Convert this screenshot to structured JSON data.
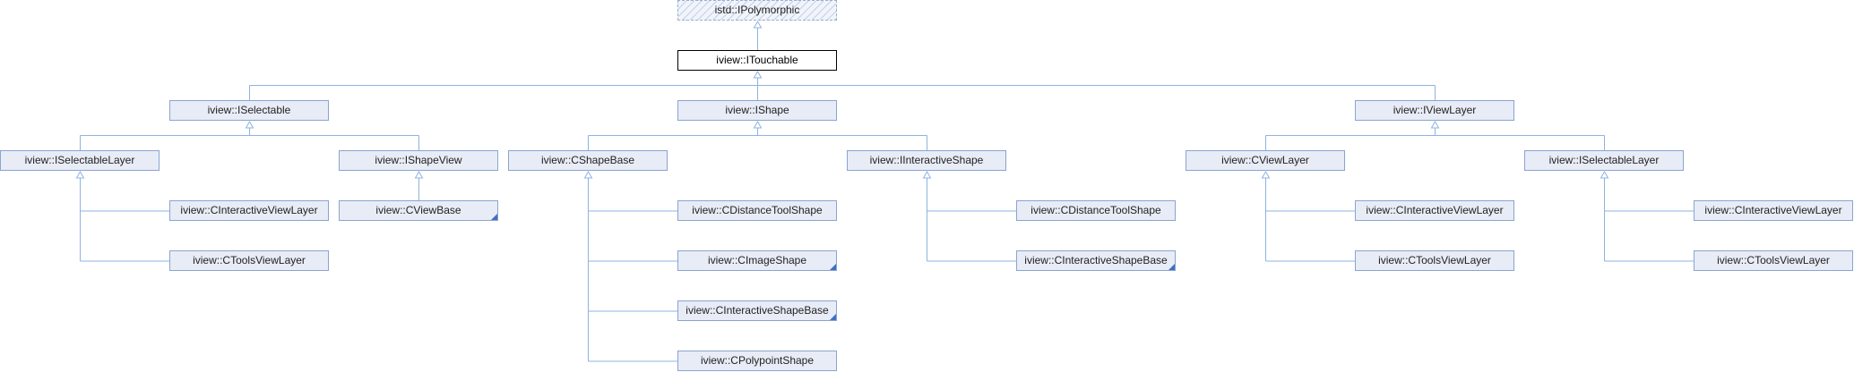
{
  "nodes": [
    {
      "id": "ipolymorphic",
      "label": "istd::IPolymorphic",
      "kind": "external"
    },
    {
      "id": "itouchable",
      "label": "iview::ITouchable",
      "kind": "current"
    },
    {
      "id": "iselectable",
      "label": "iview::ISelectable"
    },
    {
      "id": "ishape",
      "label": "iview::IShape"
    },
    {
      "id": "iviewlayer",
      "label": "iview::IViewLayer"
    },
    {
      "id": "iselectablelayer-a",
      "label": "iview::ISelectableLayer"
    },
    {
      "id": "ishapeview",
      "label": "iview::IShapeView"
    },
    {
      "id": "cshapebase",
      "label": "iview::CShapeBase"
    },
    {
      "id": "iinteractiveshape",
      "label": "iview::IInteractiveShape"
    },
    {
      "id": "cviewlayer",
      "label": "iview::CViewLayer"
    },
    {
      "id": "iselectablelayer-b",
      "label": "iview::ISelectableLayer"
    },
    {
      "id": "cinteractiveviewlayer-a",
      "label": "iview::CInteractiveViewLayer"
    },
    {
      "id": "ctoolsviewlayer-a",
      "label": "iview::CToolsViewLayer"
    },
    {
      "id": "cviewbase",
      "label": "iview::CViewBase",
      "more": true
    },
    {
      "id": "cdistancetoolshape-a",
      "label": "iview::CDistanceToolShape"
    },
    {
      "id": "cimageshape",
      "label": "iview::CImageShape",
      "more": true
    },
    {
      "id": "cinteractiveshapebase-a",
      "label": "iview::CInteractiveShapeBase",
      "more": true
    },
    {
      "id": "cpolypointshape",
      "label": "iview::CPolypointShape"
    },
    {
      "id": "cdistancetoolshape-b",
      "label": "iview::CDistanceToolShape"
    },
    {
      "id": "cinteractiveshapebase-b",
      "label": "iview::CInteractiveShapeBase",
      "more": true
    },
    {
      "id": "cinteractiveviewlayer-b",
      "label": "iview::CInteractiveViewLayer"
    },
    {
      "id": "ctoolsviewlayer-b",
      "label": "iview::CToolsViewLayer"
    },
    {
      "id": "cinteractiveviewlayer-c",
      "label": "iview::CInteractiveViewLayer"
    },
    {
      "id": "ctoolsviewlayer-c",
      "label": "iview::CToolsViewLayer"
    }
  ],
  "edges": [
    {
      "parent": "ipolymorphic",
      "child": "itouchable"
    },
    {
      "parent": "itouchable",
      "child": "iselectable"
    },
    {
      "parent": "itouchable",
      "child": "ishape"
    },
    {
      "parent": "itouchable",
      "child": "iviewlayer"
    },
    {
      "parent": "iselectable",
      "child": "iselectablelayer-a"
    },
    {
      "parent": "iselectable",
      "child": "ishapeview"
    },
    {
      "parent": "ishape",
      "child": "cshapebase"
    },
    {
      "parent": "ishape",
      "child": "iinteractiveshape"
    },
    {
      "parent": "iviewlayer",
      "child": "cviewlayer"
    },
    {
      "parent": "iviewlayer",
      "child": "iselectablelayer-b"
    },
    {
      "parent": "iselectablelayer-a",
      "child": "cinteractiveviewlayer-a"
    },
    {
      "parent": "iselectablelayer-a",
      "child": "ctoolsviewlayer-a"
    },
    {
      "parent": "ishapeview",
      "child": "cviewbase"
    },
    {
      "parent": "cshapebase",
      "child": "cdistancetoolshape-a"
    },
    {
      "parent": "cshapebase",
      "child": "cimageshape"
    },
    {
      "parent": "cshapebase",
      "child": "cinteractiveshapebase-a"
    },
    {
      "parent": "cshapebase",
      "child": "cpolypointshape"
    },
    {
      "parent": "iinteractiveshape",
      "child": "cdistancetoolshape-b"
    },
    {
      "parent": "iinteractiveshape",
      "child": "cinteractiveshapebase-b"
    },
    {
      "parent": "cviewlayer",
      "child": "cinteractiveviewlayer-b"
    },
    {
      "parent": "cviewlayer",
      "child": "ctoolsviewlayer-b"
    },
    {
      "parent": "iselectablelayer-b",
      "child": "cinteractiveviewlayer-c"
    },
    {
      "parent": "iselectablelayer-b",
      "child": "ctoolsviewlayer-c"
    }
  ],
  "colors": {
    "edge": "#8fb3e0",
    "node_border": "#8ba4d0",
    "node_fill": "#e8ecf6",
    "current_border": "#000000",
    "more_marker": "#3f6fc4"
  }
}
